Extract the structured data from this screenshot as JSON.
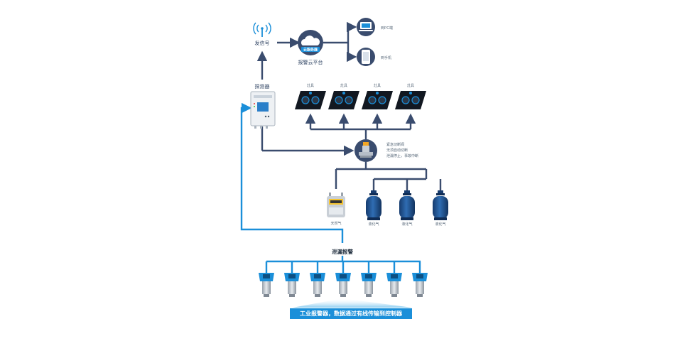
{
  "signal": {
    "label": "发信号"
  },
  "cloud": {
    "badge": "云服务器",
    "label": "报警云平台"
  },
  "pc": {
    "label": "到PC端"
  },
  "phone": {
    "label": "到手机"
  },
  "controller": {
    "label": "探测器"
  },
  "stoves": {
    "label": "灶具",
    "count": 4
  },
  "valve": {
    "lines": [
      "紧急切断阀",
      "无须自动切断",
      "泄漏停止，事故中断"
    ]
  },
  "meter": {
    "label": "天然气"
  },
  "cylinders": {
    "label": "液化气",
    "count": 3
  },
  "leak": {
    "label": "泄漏报警"
  },
  "detectors": {
    "count": 7
  },
  "banner": {
    "text": "工业报警器，数据通过有线传输到控制器"
  },
  "colors": {
    "navy": "#3a4c6e",
    "blue": "#1b8fd9",
    "cyan": "#29a8e8",
    "cylinder": "#1f4f8f"
  }
}
